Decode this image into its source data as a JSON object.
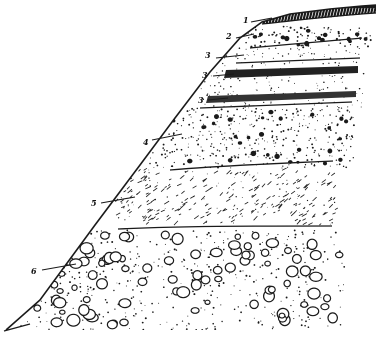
{
  "figure": {
    "type": "geological-section",
    "ink_color": "#1a1a1a",
    "paper_color": "#ffffff",
    "layers": [
      {
        "label": "1",
        "texture": "hatched-crust"
      },
      {
        "label": "2",
        "texture": "fine-stipple-with-pebbles"
      },
      {
        "label": "3",
        "texture": "fine-stipple"
      },
      {
        "label": "3",
        "texture": "dark-band"
      },
      {
        "label": "3",
        "texture": "dark-band"
      },
      {
        "label": "4",
        "texture": "stipple-with-small-pebbles"
      },
      {
        "label": "5",
        "texture": "dashed-sand"
      },
      {
        "label": "6",
        "texture": "coarse-gravel"
      }
    ]
  }
}
